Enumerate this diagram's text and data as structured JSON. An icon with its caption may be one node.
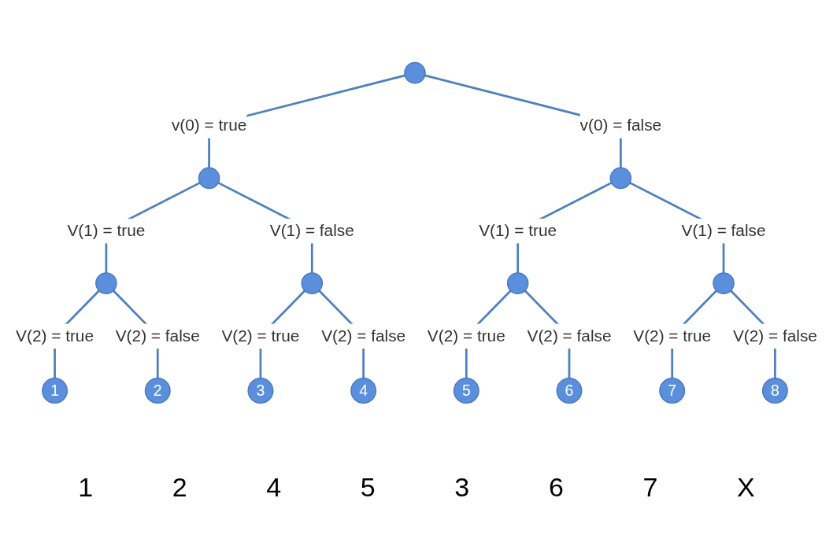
{
  "diagram": {
    "nodes": [
      {
        "text": [],
        "shape": "circle"
      },
      {
        "text": [],
        "shape": "circle"
      },
      {
        "text": [],
        "shape": "circle"
      },
      {
        "text": [],
        "shape": "circle"
      },
      {
        "text": [],
        "shape": "circle"
      },
      {
        "text": [],
        "shape": "circle"
      },
      {
        "text": [],
        "shape": "circle"
      },
      {
        "text": [
          "1"
        ]
      },
      {
        "text": [
          "2"
        ]
      },
      {
        "text": [
          "3"
        ]
      },
      {
        "text": [
          "4"
        ]
      },
      {
        "text": [
          "5"
        ]
      },
      {
        "text": [
          "6"
        ]
      },
      {
        "text": [
          "7"
        ]
      },
      {
        "text": [
          "8"
        ]
      }
    ],
    "edges": [
      {
        "from": 0,
        "to": 1,
        "arrow": "none",
        "label": "v(0) = true"
      },
      {
        "from": 0,
        "to": 2,
        "arrow": "none",
        "label": "v(0) = false"
      },
      {
        "from": 1,
        "to": 3,
        "arrow": "none",
        "label": "V(1) = true"
      },
      {
        "from": 1,
        "to": 4,
        "arrow": "none",
        "label": "V(1) = false"
      },
      {
        "from": 2,
        "to": 5,
        "arrow": "none",
        "label": "V(1) = true"
      },
      {
        "from": 2,
        "to": 6,
        "arrow": "none",
        "label": "V(1) = false"
      },
      {
        "from": 3,
        "to": 7,
        "arrow": "none",
        "label": "V(2) = true"
      },
      {
        "from": 3,
        "to": 8,
        "arrow": "none",
        "label": "V(2) = false"
      },
      {
        "from": 4,
        "to": 9,
        "arrow": "none",
        "label": "V(2) = true"
      },
      {
        "from": 4,
        "to": 10,
        "arrow": "none",
        "label": "V(2) = false"
      },
      {
        "from": 5,
        "to": 11,
        "arrow": "none",
        "label": "V(2) = true"
      },
      {
        "from": 5,
        "to": 12,
        "arrow": "none",
        "label": "V(2) = false"
      },
      {
        "from": 6,
        "to": 13,
        "arrow": "none",
        "label": "V(2) = true"
      },
      {
        "from": 6,
        "to": 14,
        "arrow": "none",
        "label": "V(2) = false"
      }
    ],
    "labels": [
      "1",
      "2",
      "4",
      "5",
      "3",
      "6",
      "7",
      "X"
    ]
  }
}
